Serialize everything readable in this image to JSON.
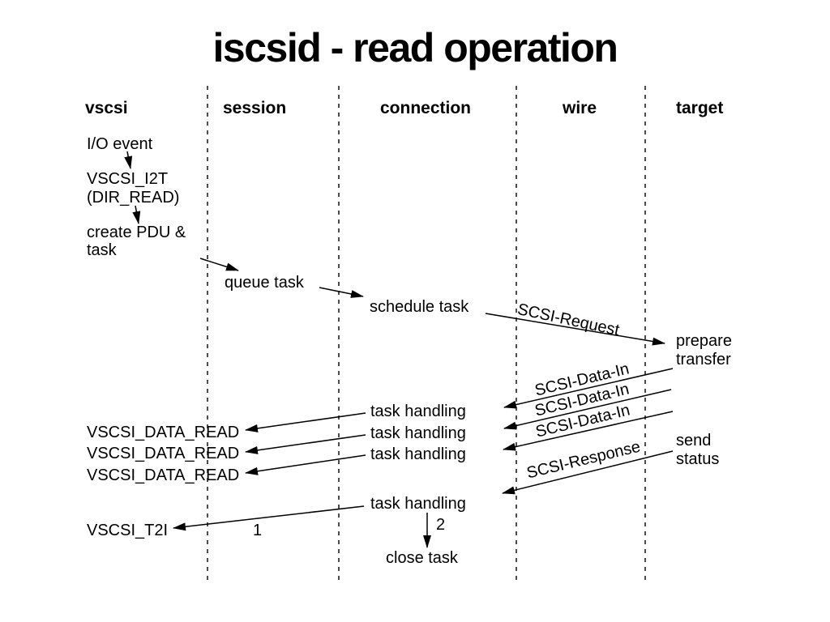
{
  "title": "iscsid - read operation",
  "lanes": [
    {
      "label": "vscsi"
    },
    {
      "label": "session"
    },
    {
      "label": "connection"
    },
    {
      "label": "wire"
    },
    {
      "label": "target"
    }
  ],
  "vscsi": {
    "io_event": "I/O event",
    "vscsi_i2t": "VSCSI_I2T",
    "dir_read": "(DIR_READ)",
    "create_pdu": "create PDU &",
    "create_pdu2": "task",
    "data_read": [
      "VSCSI_DATA_READ",
      "VSCSI_DATA_READ",
      "VSCSI_DATA_READ"
    ],
    "t2i": "VSCSI_T2I"
  },
  "session": {
    "queue_task": "queue task"
  },
  "connection": {
    "schedule_task": "schedule task",
    "task_handling": [
      "task handling",
      "task handling",
      "task handling",
      "task handling"
    ],
    "close_task": "close task"
  },
  "wire": {
    "scsi_request": "SCSI-Request",
    "scsi_data_in": [
      "SCSI-Data-In",
      "SCSI-Data-In",
      "SCSI-Data-In"
    ],
    "scsi_response": "SCSI-Response"
  },
  "target": {
    "prepare": "prepare",
    "transfer": "transfer",
    "send": "send",
    "status": "status"
  },
  "annotations": {
    "step1": "1",
    "step2": "2"
  },
  "colors": {
    "ink": "#000000",
    "background": "#ffffff"
  }
}
